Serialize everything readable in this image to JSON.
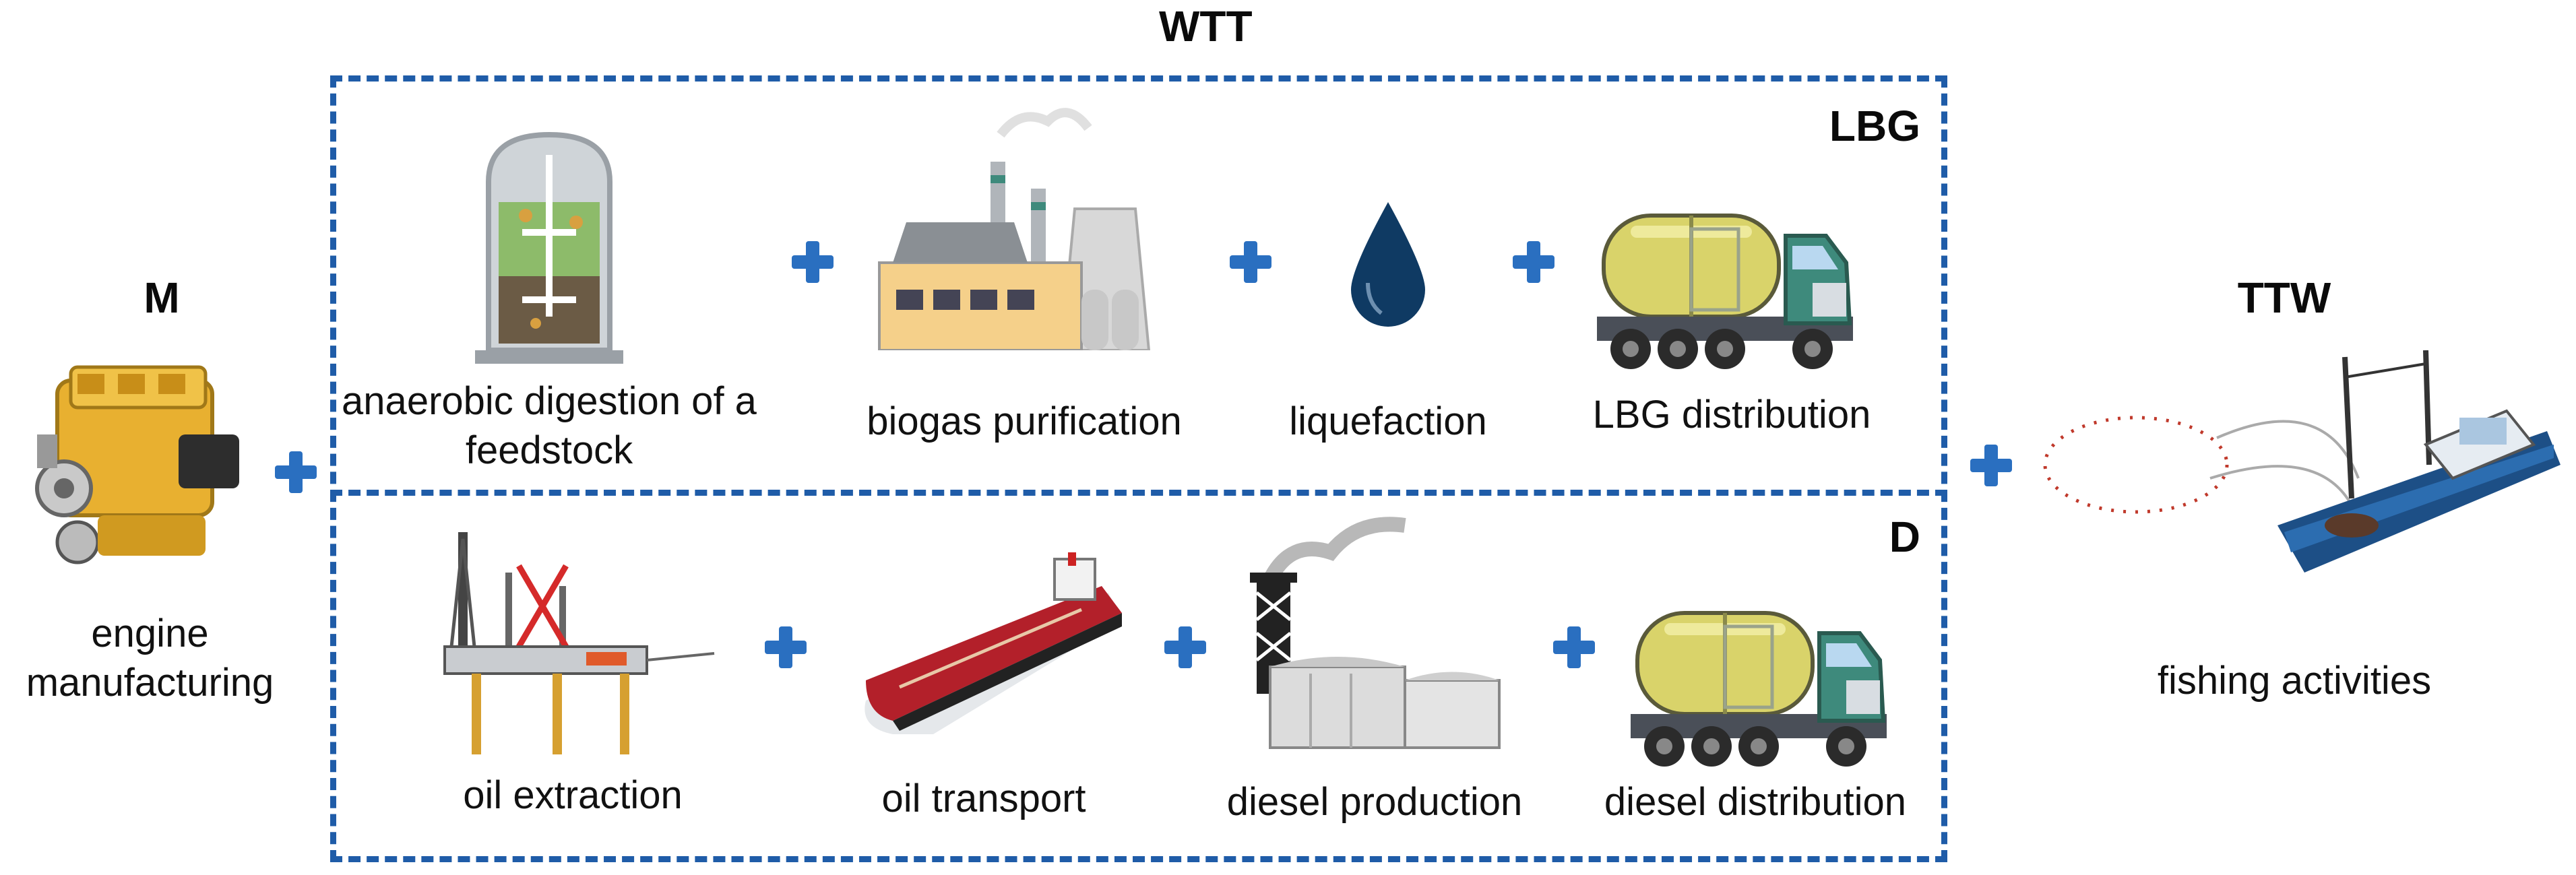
{
  "headings": {
    "wtt": "WTT",
    "lbg": "LBG",
    "d": "D",
    "m": "M",
    "ttw": "TTW"
  },
  "left": {
    "label": "engine manufacturing"
  },
  "right": {
    "label": "fishing activities"
  },
  "lbg_steps": [
    {
      "label": "anaerobic digestion of a feedstock",
      "icon": "digester-icon"
    },
    {
      "label": "biogas purification",
      "icon": "factory-icon"
    },
    {
      "label": "liquefaction",
      "icon": "droplet-icon"
    },
    {
      "label": "LBG distribution",
      "icon": "tanker-truck-icon"
    }
  ],
  "diesel_steps": [
    {
      "label": "oil extraction",
      "icon": "oil-rig-icon"
    },
    {
      "label": "oil transport",
      "icon": "oil-tanker-ship-icon"
    },
    {
      "label": "diesel production",
      "icon": "refinery-icon"
    },
    {
      "label": "diesel distribution",
      "icon": "tanker-truck-icon"
    }
  ],
  "colors": {
    "accent": "#1f5ca8",
    "plus": "#2a6fc0",
    "text": "#111111"
  }
}
